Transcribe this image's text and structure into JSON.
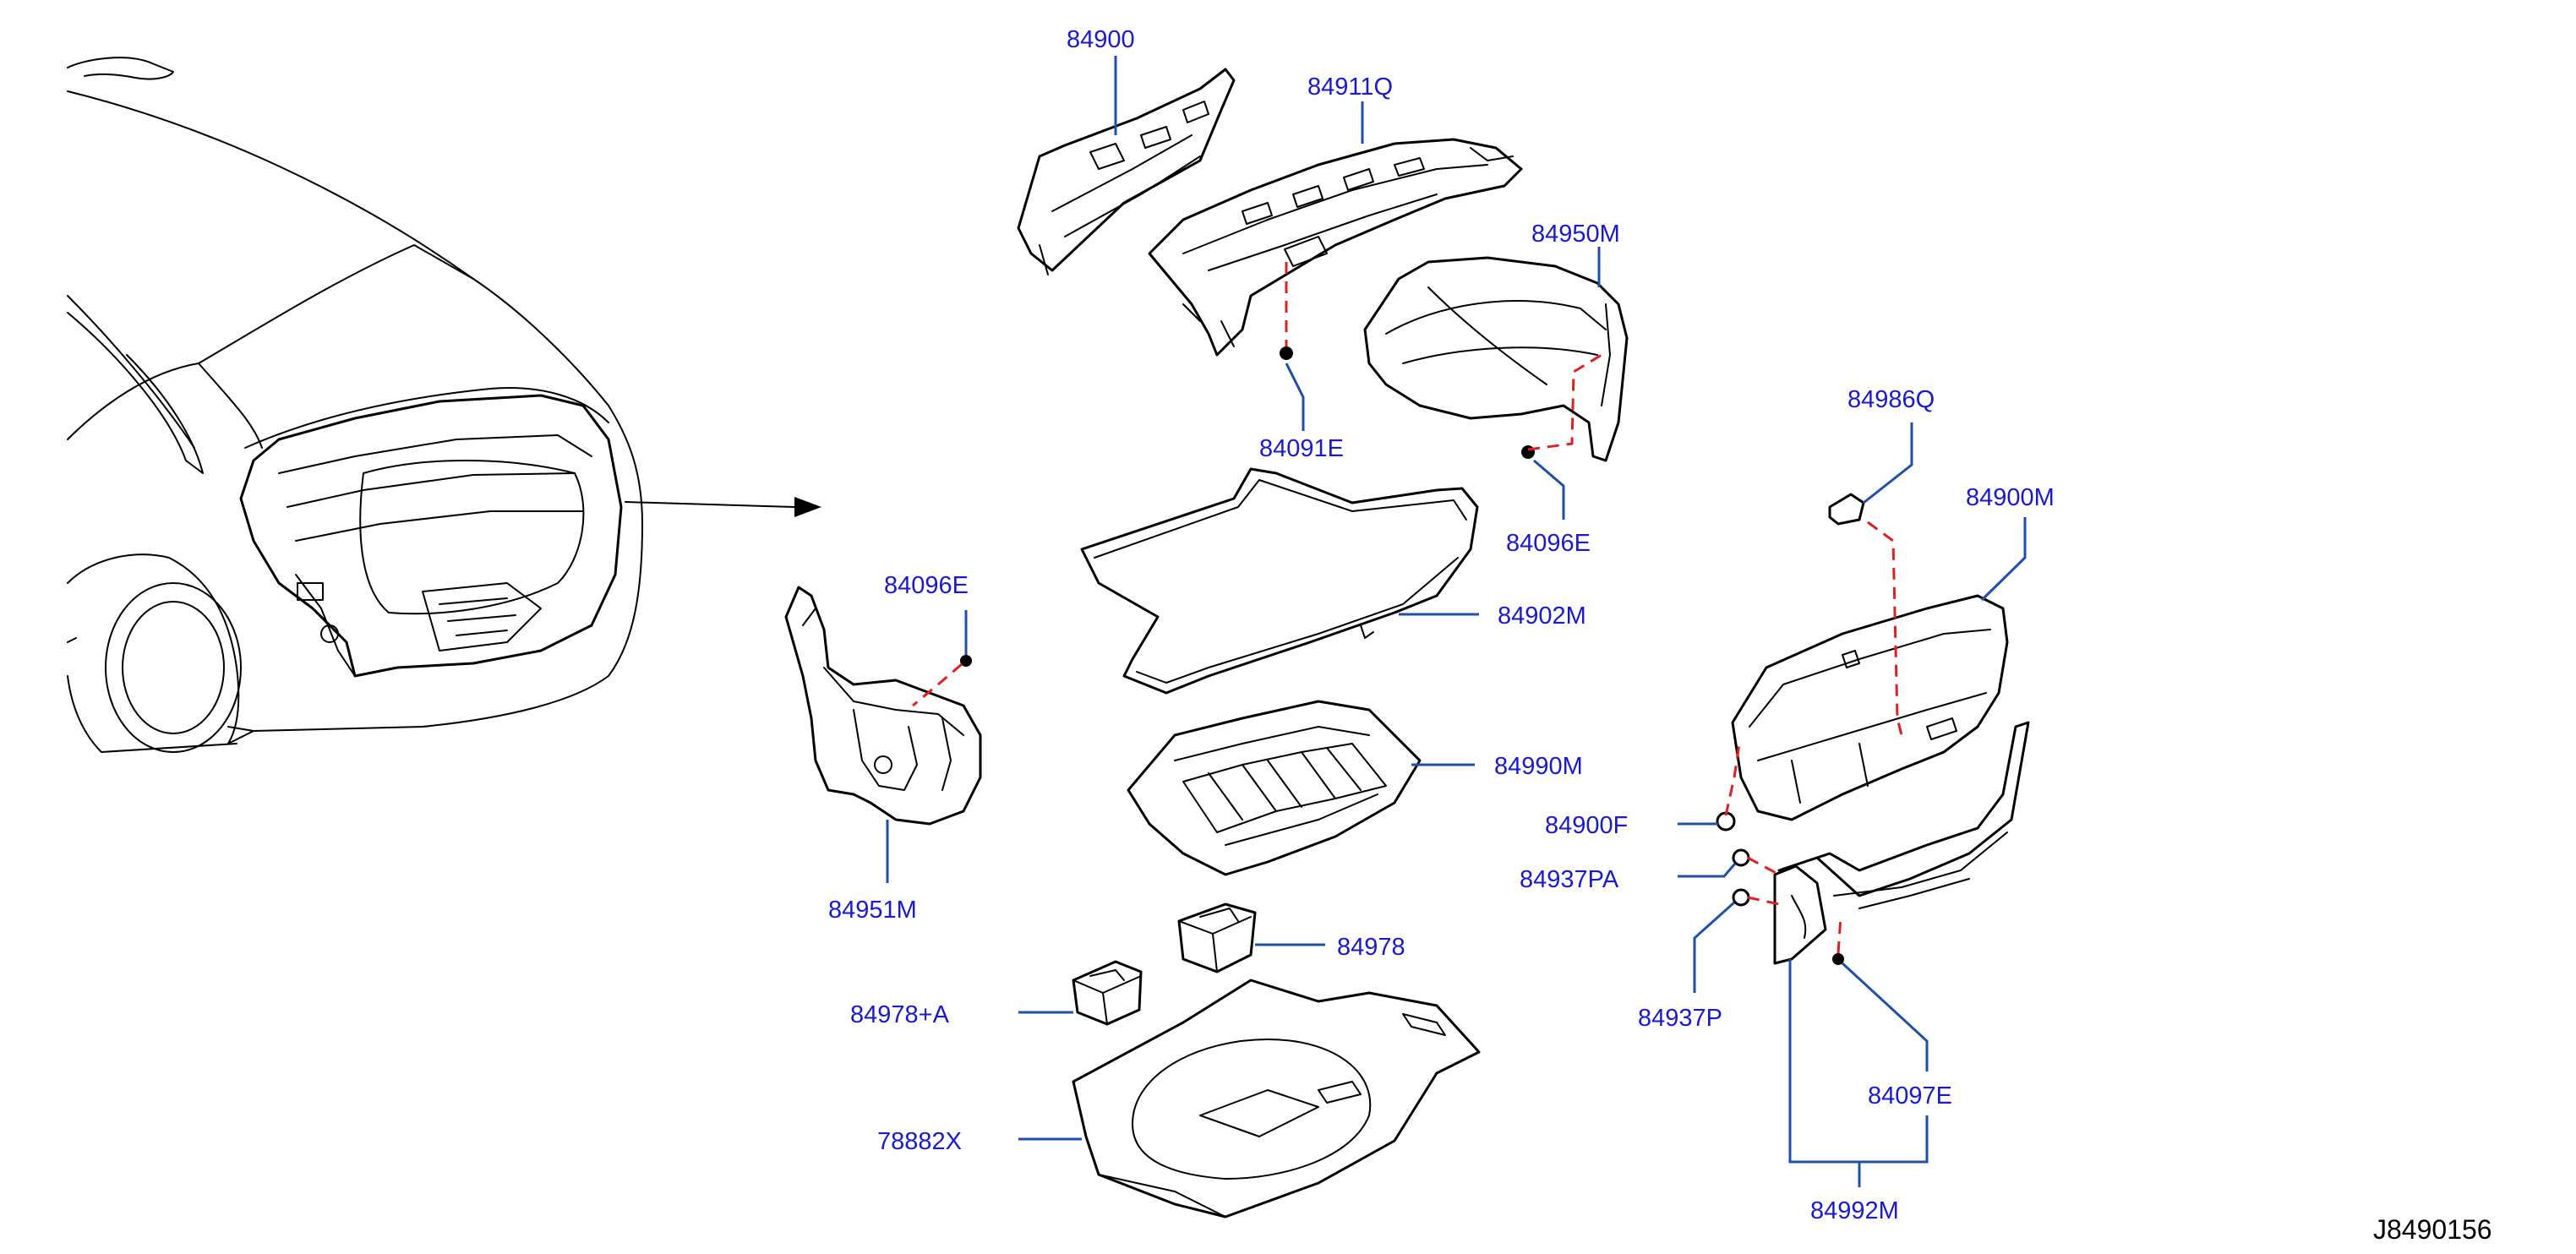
{
  "colors": {
    "label": "#1a1acc",
    "leader": "#1f4fa8",
    "dash": "#e02020",
    "line": "#000000"
  },
  "labels": {
    "p84900": "84900",
    "p84911q": "84911Q",
    "p84950m": "84950M",
    "p84091e": "84091E",
    "p84096e_top": "84096E",
    "p84096e_left": "84096E",
    "p84902m": "84902M",
    "p84990m": "84990M",
    "p84951m": "84951M",
    "p84978": "84978",
    "p84978a": "84978+A",
    "p78882x": "78882X",
    "p84986q": "84986Q",
    "p84900m": "84900M",
    "p84900f": "84900F",
    "p84937pa": "84937PA",
    "p84937p": "84937P",
    "p84097e": "84097E",
    "p84992m": "84992M"
  },
  "diagram_code": "J8490156"
}
